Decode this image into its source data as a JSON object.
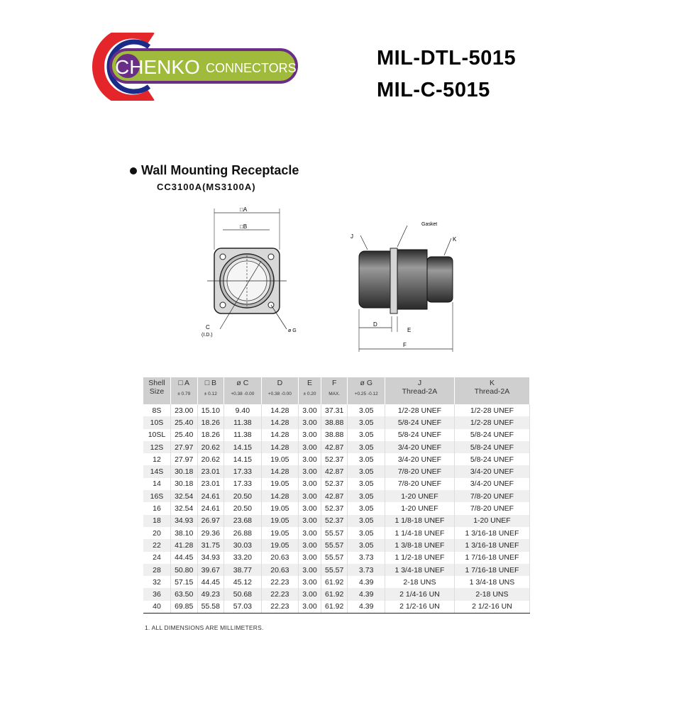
{
  "logo": {
    "brand": "CHENKO",
    "tagline": "CONNECTORS"
  },
  "titles": [
    "MIL-DTL-5015",
    "MIL-C-5015"
  ],
  "section": {
    "heading": "Wall Mounting Receptacle",
    "part_number": "CC3100A(MS3100A)"
  },
  "drawing_labels": {
    "a": "□A",
    "b": "□B",
    "c": "C",
    "c_sub": "(I.D.)",
    "g": "ø G",
    "j": "J",
    "gasket": "Gasket",
    "k": "K",
    "d": "D",
    "e": "E",
    "f": "F"
  },
  "table": {
    "headers": [
      {
        "label": "Shell",
        "sub": "Size"
      },
      {
        "label": "□ A",
        "tol": "± 0.79"
      },
      {
        "label": "□ B",
        "tol": "± 0.12"
      },
      {
        "label": "ø C",
        "tol": "+0.38 -0.00"
      },
      {
        "label": "D",
        "tol": "+0.38 -0.00"
      },
      {
        "label": "E",
        "tol": "± 0.20"
      },
      {
        "label": "F",
        "tol": "MAX."
      },
      {
        "label": "ø G",
        "tol": "+0.25 -0.12"
      },
      {
        "label": "J",
        "sub": "Thread-2A"
      },
      {
        "label": "K",
        "sub": "Thread-2A"
      }
    ],
    "rows": [
      [
        "8S",
        "23.00",
        "15.10",
        "9.40",
        "14.28",
        "3.00",
        "37.31",
        "3.05",
        "1/2-28 UNEF",
        "1/2-28 UNEF"
      ],
      [
        "10S",
        "25.40",
        "18.26",
        "11.38",
        "14.28",
        "3.00",
        "38.88",
        "3.05",
        "5/8-24 UNEF",
        "1/2-28 UNEF"
      ],
      [
        "10SL",
        "25.40",
        "18.26",
        "11.38",
        "14.28",
        "3.00",
        "38.88",
        "3.05",
        "5/8-24 UNEF",
        "5/8-24 UNEF"
      ],
      [
        "12S",
        "27.97",
        "20.62",
        "14.15",
        "14.28",
        "3.00",
        "42.87",
        "3.05",
        "3/4-20 UNEF",
        "5/8-24 UNEF"
      ],
      [
        "12",
        "27.97",
        "20.62",
        "14.15",
        "19.05",
        "3.00",
        "52.37",
        "3.05",
        "3/4-20 UNEF",
        "5/8-24 UNEF"
      ],
      [
        "14S",
        "30.18",
        "23.01",
        "17.33",
        "14.28",
        "3.00",
        "42.87",
        "3.05",
        "7/8-20 UNEF",
        "3/4-20 UNEF"
      ],
      [
        "14",
        "30.18",
        "23.01",
        "17.33",
        "19.05",
        "3.00",
        "52.37",
        "3.05",
        "7/8-20 UNEF",
        "3/4-20 UNEF"
      ],
      [
        "16S",
        "32.54",
        "24.61",
        "20.50",
        "14.28",
        "3.00",
        "42.87",
        "3.05",
        "1-20 UNEF",
        "7/8-20 UNEF"
      ],
      [
        "16",
        "32.54",
        "24.61",
        "20.50",
        "19.05",
        "3.00",
        "52.37",
        "3.05",
        "1-20 UNEF",
        "7/8-20 UNEF"
      ],
      [
        "18",
        "34.93",
        "26.97",
        "23.68",
        "19.05",
        "3.00",
        "52.37",
        "3.05",
        "1 1/8-18 UNEF",
        "1-20 UNEF"
      ],
      [
        "20",
        "38.10",
        "29.36",
        "26.88",
        "19.05",
        "3.00",
        "55.57",
        "3.05",
        "1 1/4-18 UNEF",
        "1 3/16-18 UNEF"
      ],
      [
        "22",
        "41.28",
        "31.75",
        "30.03",
        "19.05",
        "3.00",
        "55.57",
        "3.05",
        "1 3/8-18 UNEF",
        "1 3/16-18 UNEF"
      ],
      [
        "24",
        "44.45",
        "34.93",
        "33.20",
        "20.63",
        "3.00",
        "55.57",
        "3.73",
        "1 1/2-18 UNEF",
        "1 7/16-18 UNEF"
      ],
      [
        "28",
        "50.80",
        "39.67",
        "38.77",
        "20.63",
        "3.00",
        "55.57",
        "3.73",
        "1 3/4-18 UNEF",
        "1 7/16-18 UNEF"
      ],
      [
        "32",
        "57.15",
        "44.45",
        "45.12",
        "22.23",
        "3.00",
        "61.92",
        "4.39",
        "2-18 UNS",
        "1 3/4-18 UNS"
      ],
      [
        "36",
        "63.50",
        "49.23",
        "50.68",
        "22.23",
        "3.00",
        "61.92",
        "4.39",
        "2 1/4-16 UN",
        "2-18 UNS"
      ],
      [
        "40",
        "69.85",
        "55.58",
        "57.03",
        "22.23",
        "3.00",
        "61.92",
        "4.39",
        "2 1/2-16 UN",
        "2 1/2-16 UN"
      ]
    ]
  },
  "note": "1. ALL DIMENSIONS ARE MILLIMETERS."
}
